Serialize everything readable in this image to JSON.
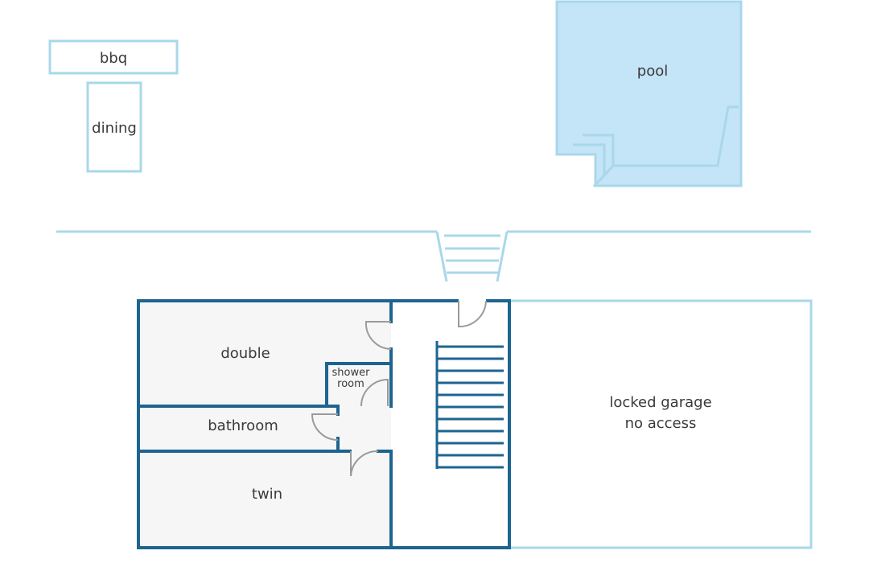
{
  "colors": {
    "outdoor_line": "#a8d8ea",
    "pool_fill": "#c4e4f7",
    "wall": "#1e6490",
    "room_fill": "#f6f6f6",
    "stair_line": "#1e6490",
    "door_line": "#9a9a9a",
    "text": "#3a3a3a"
  },
  "labels": {
    "bbq": "bbq",
    "dining": "dining",
    "pool": "pool",
    "double": "double",
    "shower_room_line1": "shower",
    "shower_room_line2": "room",
    "bathroom": "bathroom",
    "twin": "twin",
    "garage_line1": "locked garage",
    "garage_line2": "no access"
  }
}
